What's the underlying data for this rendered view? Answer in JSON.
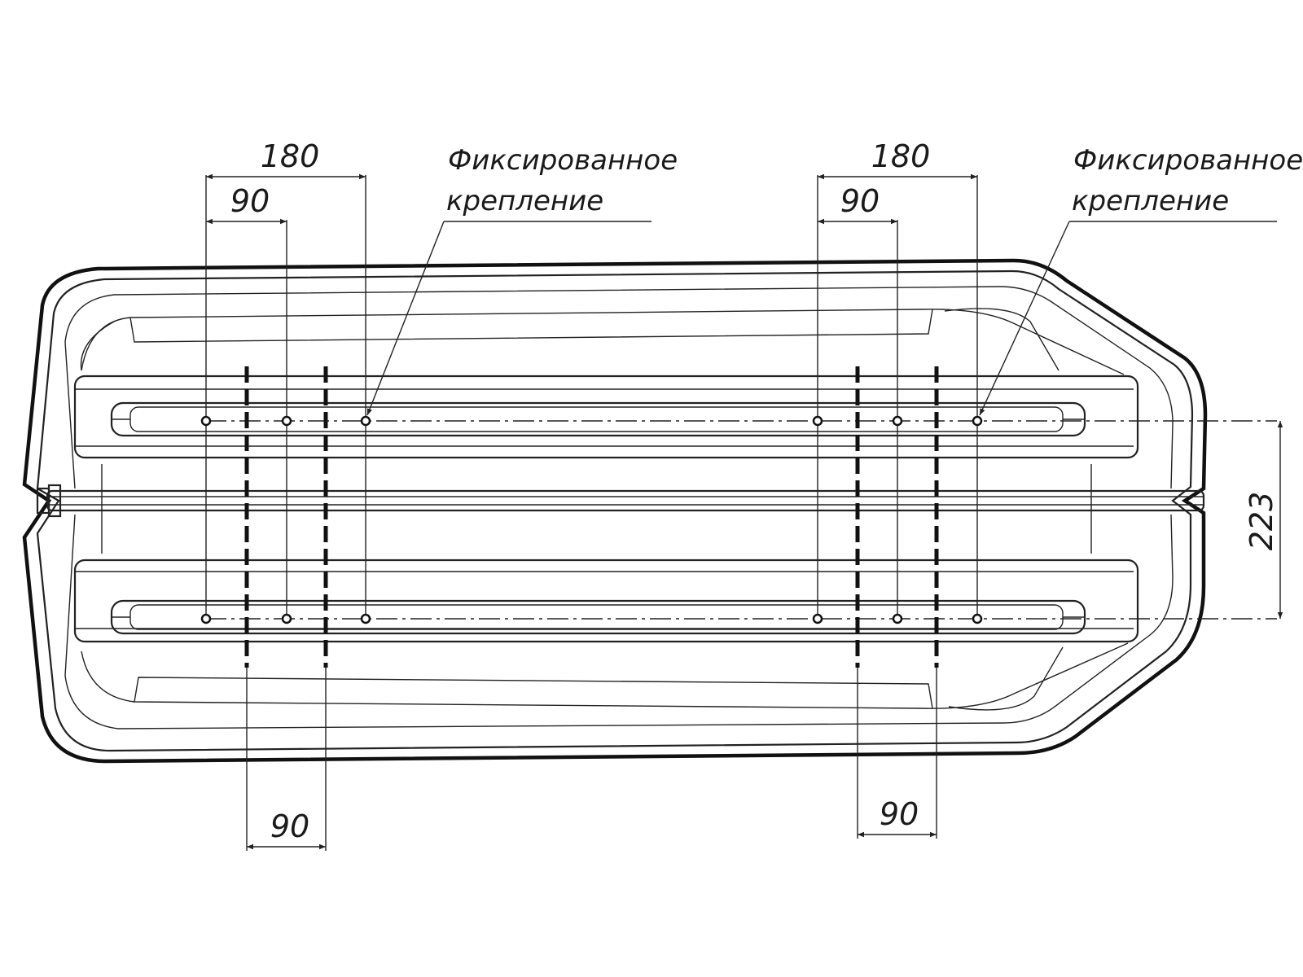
{
  "labels": {
    "dim_180_left": "180",
    "dim_90_left_top": "90",
    "dim_180_right": "180",
    "dim_90_right_top": "90",
    "dim_90_left_bottom": "90",
    "dim_90_right_bottom": "90",
    "dim_223": "223",
    "note_left_line1": "Фиксированное",
    "note_left_line2": "крепление",
    "note_right_line1": "Фиксированное",
    "note_right_line2": "крепление"
  },
  "colors": {
    "line": "#222222",
    "outline": "#111111",
    "background": "#ffffff"
  }
}
